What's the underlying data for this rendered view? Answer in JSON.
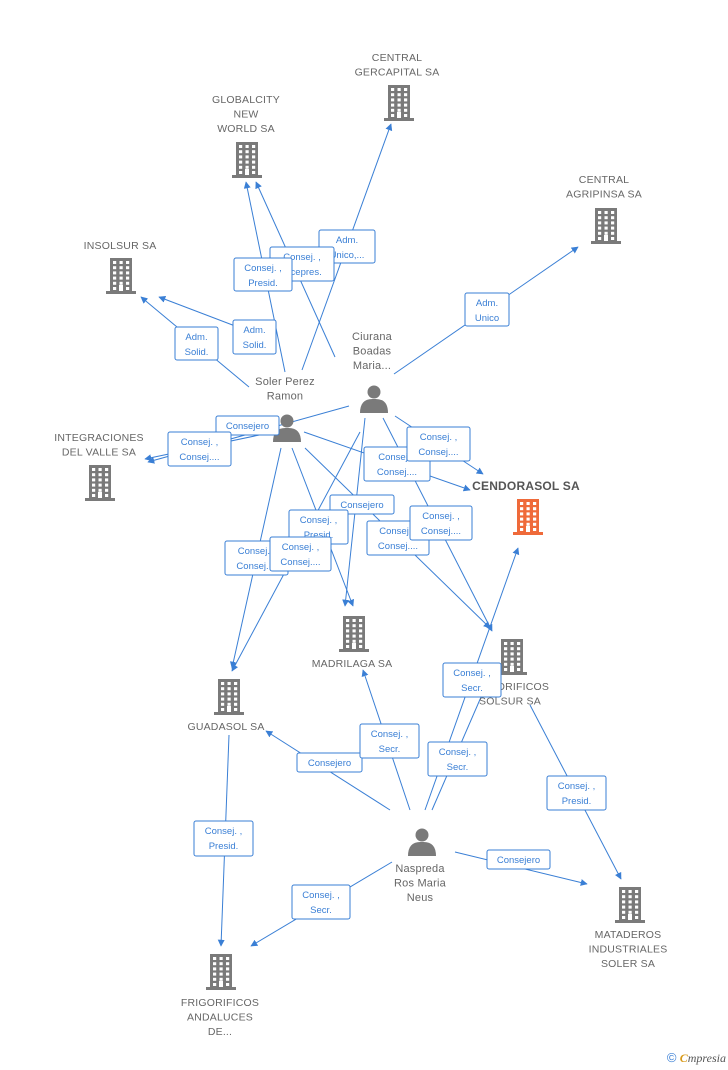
{
  "colors": {
    "edge": "#3a7fd5",
    "building": "#7a7a7a",
    "building_highlight": "#ef6a3a",
    "person": "#7a7a7a",
    "label": "#666666"
  },
  "nodes": [
    {
      "id": "gercapital",
      "type": "company",
      "lines": [
        "CENTRAL",
        "GERCAPITAL SA"
      ]
    },
    {
      "id": "globalcity",
      "type": "company",
      "lines": [
        "GLOBALCITY",
        "NEW",
        "WORLD SA"
      ]
    },
    {
      "id": "agripinsa",
      "type": "company",
      "lines": [
        "CENTRAL",
        "AGRIPINSA SA"
      ]
    },
    {
      "id": "insolsur",
      "type": "company",
      "lines": [
        "INSOLSUR SA"
      ]
    },
    {
      "id": "integraciones",
      "type": "company",
      "lines": [
        "INTEGRACIONES",
        "DEL VALLE SA"
      ]
    },
    {
      "id": "cendorasol",
      "type": "company",
      "highlight": true,
      "lines": [
        "CENDORASOL SA"
      ]
    },
    {
      "id": "madrilaga",
      "type": "company",
      "lines": [
        "MADRILAGA SA"
      ]
    },
    {
      "id": "frigosolsur",
      "type": "company",
      "lines": [
        "FRIGORIFICOS",
        "SOLSUR SA"
      ]
    },
    {
      "id": "guadasol",
      "type": "company",
      "lines": [
        "GUADASOL SA"
      ]
    },
    {
      "id": "mataderos",
      "type": "company",
      "lines": [
        "MATADEROS",
        "INDUSTRIALES",
        "SOLER SA"
      ]
    },
    {
      "id": "frigoandaluces",
      "type": "company",
      "lines": [
        "FRIGORIFICOS",
        "ANDALUCES",
        "DE..."
      ]
    },
    {
      "id": "ciurana",
      "type": "person",
      "lines": [
        "Ciurana",
        "Boadas",
        "Maria..."
      ]
    },
    {
      "id": "soler",
      "type": "person",
      "lines": [
        "Soler Perez",
        "Ramon"
      ]
    },
    {
      "id": "naspreda",
      "type": "person",
      "lines": [
        "Naspreda",
        "Ros Maria",
        "Neus"
      ]
    }
  ],
  "edge_labels": [
    {
      "lines": [
        "Adm.",
        "Unico,..."
      ]
    },
    {
      "lines": [
        "Consej. ,",
        "Vicepres."
      ]
    },
    {
      "lines": [
        "Consej. ,",
        "Presid."
      ]
    },
    {
      "lines": [
        "Adm.",
        "Unico"
      ]
    },
    {
      "lines": [
        "Adm.",
        "Solid."
      ]
    },
    {
      "lines": [
        "Adm.",
        "Solid."
      ]
    },
    {
      "lines": [
        "Consejero"
      ]
    },
    {
      "lines": [
        "Consej. ,",
        "Consej...."
      ]
    },
    {
      "lines": [
        "Consej. ,",
        "Consej...."
      ]
    },
    {
      "lines": [
        "Consej. ,",
        "Consej...."
      ]
    },
    {
      "lines": [
        "Consejero"
      ]
    },
    {
      "lines": [
        "Consej. ,",
        "Presid."
      ]
    },
    {
      "lines": [
        "Consej. ,",
        "Consej...."
      ]
    },
    {
      "lines": [
        "Consej. ,",
        "Consej...."
      ]
    },
    {
      "lines": [
        "Consej. ,",
        "Consej...."
      ]
    },
    {
      "lines": [
        "Consej. ,",
        "Consej...."
      ]
    },
    {
      "lines": [
        "Consej. ,",
        "Secr."
      ]
    },
    {
      "lines": [
        "Consej. ,",
        "Secr."
      ]
    },
    {
      "lines": [
        "Consejero"
      ]
    },
    {
      "lines": [
        "Consej. ,",
        "Secr."
      ]
    },
    {
      "lines": [
        "Consej. ,",
        "Presid."
      ]
    },
    {
      "lines": [
        "Consej. ,",
        "Presid."
      ]
    },
    {
      "lines": [
        "Consejero"
      ]
    },
    {
      "lines": [
        "Consej. ,",
        "Secr."
      ]
    }
  ],
  "footer": {
    "copyright": "©",
    "brand_initial": "C",
    "brand_rest": "mpresia"
  }
}
